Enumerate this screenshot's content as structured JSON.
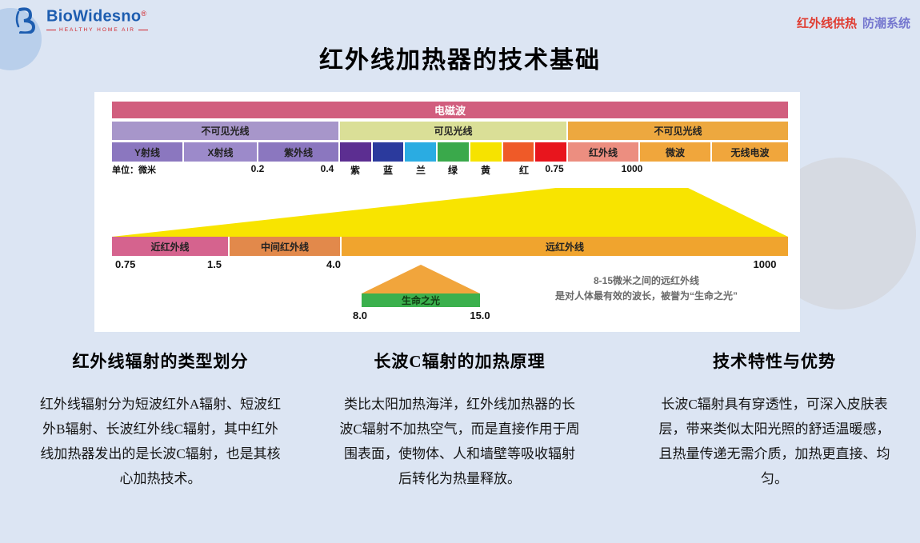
{
  "header": {
    "brand": "BioWidesno",
    "reg": "®",
    "tagline": "HEALTHY HOME AIR",
    "right_label_red": "红外线供热",
    "right_label_blue": "防潮系统"
  },
  "title": "红外线加热器的技术基础",
  "colors": {
    "em_bar": "#d15e7e",
    "band_invisible": "#a796ca",
    "band_visible": "#dadf97",
    "band_invisible_right": "#eda83f",
    "cell_purple_dark": "#8b77bf",
    "cell_purple_light": "#9c8aca",
    "cell_infrared": "#ec8e80",
    "cell_orange": "#f0a63c",
    "wedge": "#f8e400",
    "near_ir": "#d5638e",
    "mid_ir": "#e2894b",
    "far_ir": "#f0a42e",
    "life_triangle": "#f1a53c",
    "life_green": "#3bb04d",
    "accent_red": "#e03c31",
    "accent_blue": "#7577cf",
    "brand_blue": "#1d5db0"
  },
  "spectrum": {
    "em_label": "电磁波",
    "bands": [
      {
        "label": "不可见光线"
      },
      {
        "label": "可见光线"
      },
      {
        "label": "不可见光线"
      }
    ],
    "cells_left": [
      {
        "label": "Y射线"
      },
      {
        "label": "X射线"
      },
      {
        "label": "紫外线"
      }
    ],
    "visible_swatches": [
      "#5c2e91",
      "#2b3a9d",
      "#2aace2",
      "#3aa94b",
      "#f6e300",
      "#ef5a28",
      "#e8151d"
    ],
    "cells_right": [
      {
        "label": "红外线"
      },
      {
        "label": "微波"
      },
      {
        "label": "无线电波"
      }
    ],
    "unit_label": "单位：微米",
    "top_ticks": [
      "0.2",
      "0.4",
      "0.75",
      "1000"
    ],
    "color_labels": [
      "紫",
      "蓝",
      "兰",
      "绿",
      "黄",
      "红"
    ],
    "lower_segments": [
      {
        "label": "近红外线"
      },
      {
        "label": "中间红外线"
      },
      {
        "label": "远红外线"
      }
    ],
    "lower_ticks": [
      "0.75",
      "1.5",
      "4.0",
      "1000"
    ],
    "life": {
      "label": "生命之光",
      "tick_left": "8.0",
      "tick_right": "15.0"
    },
    "note": {
      "line1": "8-15微米之间的远红外线",
      "line2": "是对人体最有效的波长，被誉为“生命之光”"
    }
  },
  "columns": [
    {
      "title": "红外线辐射的类型划分",
      "body": "红外线辐射分为短波红外A辐射、短波红外B辐射、长波红外线C辐射，其中红外线加热器发出的是长波C辐射，也是其核心加热技术。"
    },
    {
      "title": "长波C辐射的加热原理",
      "body": "类比太阳加热海洋，红外线加热器的长波C辐射不加热空气，而是直接作用于周围表面，使物体、人和墙壁等吸收辐射后转化为热量释放。"
    },
    {
      "title": "技术特性与优势",
      "body": "长波C辐射具有穿透性，可深入皮肤表层，带来类似太阳光照的舒适温暖感，且热量传递无需介质，加热更直接、均匀。"
    }
  ]
}
